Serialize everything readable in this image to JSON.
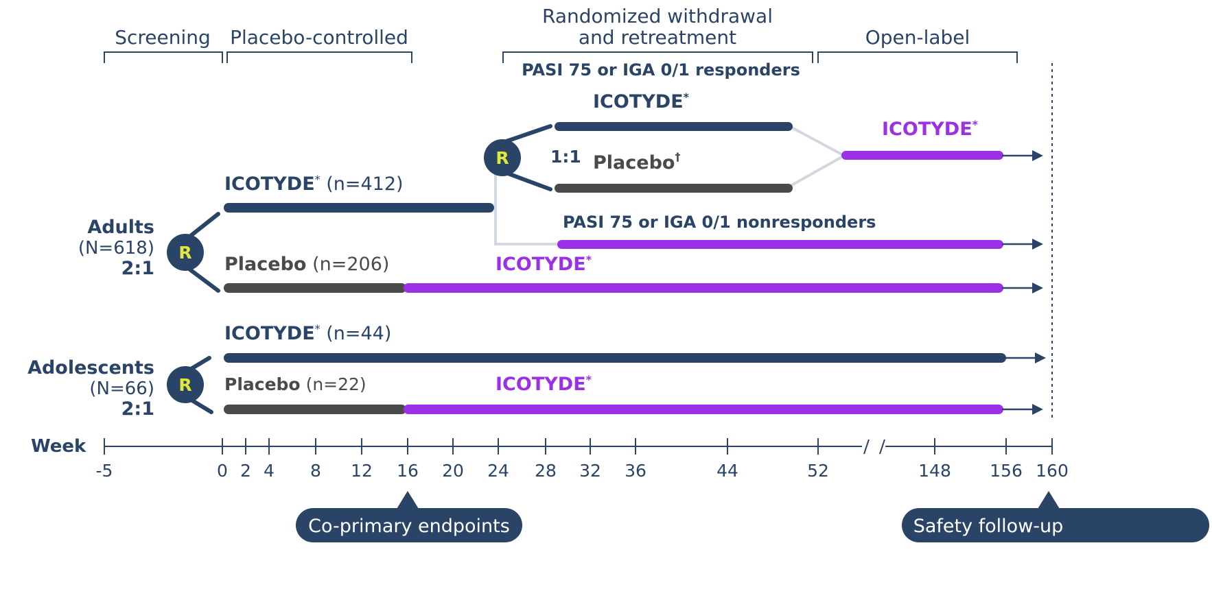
{
  "phases": {
    "screening": "Screening",
    "placebo_controlled": "Placebo-controlled",
    "randomized_line1": "Randomized withdrawal",
    "randomized_line2": "and retreatment",
    "open_label": "Open-label"
  },
  "responders_label": "PASI 75 or IGA 0/1 responders",
  "nonresponders_label": "PASI 75 or IGA 0/1 nonresponders",
  "drug": "ICOTYDE",
  "asterisk": "*",
  "dagger": "†",
  "placebo": "Placebo",
  "ratio_rw": "1:1",
  "randomize_letter": "R",
  "adults": {
    "title": "Adults",
    "n": "(N=618)",
    "ratio": "2:1",
    "drug_n": "(n=412)",
    "placebo_n": "(n=206)"
  },
  "adolescents": {
    "title": "Adolescents",
    "n": "(N=66)",
    "ratio": "2:1",
    "drug_n": "(n=44)",
    "placebo_n": "(n=22)"
  },
  "axis": {
    "label": "Week",
    "ticks": [
      "-5",
      "0",
      "2",
      "4",
      "8",
      "12",
      "16",
      "20",
      "24",
      "28",
      "32",
      "36",
      "44",
      "52",
      "148",
      "156",
      "160"
    ]
  },
  "callouts": {
    "coprimary": "Co-primary endpoints",
    "safety": "Safety follow-up"
  },
  "colors": {
    "navy": "#2a4468",
    "gray": "#4a4a4a",
    "purple": "#9b30e6",
    "yellow": "#e0e83a",
    "connector": "#d2d8df"
  }
}
